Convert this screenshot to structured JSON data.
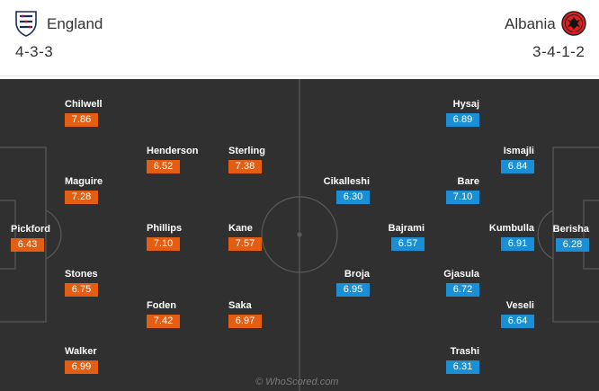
{
  "colors": {
    "home_rating": "#e35d12",
    "away_rating": "#1a8fd6",
    "pitch": "#303030",
    "pitch_lines": "#5a5a5a"
  },
  "home": {
    "name": "England",
    "formation": "4-3-3",
    "crest_icon": "england-three-lions-crest-icon",
    "players": [
      {
        "name": "Pickford",
        "rating": "6.43"
      },
      {
        "name": "Chilwell",
        "rating": "7.86"
      },
      {
        "name": "Maguire",
        "rating": "7.28"
      },
      {
        "name": "Stones",
        "rating": "6.75"
      },
      {
        "name": "Walker",
        "rating": "6.99"
      },
      {
        "name": "Henderson",
        "rating": "6.52"
      },
      {
        "name": "Phillips",
        "rating": "7.10"
      },
      {
        "name": "Foden",
        "rating": "7.42"
      },
      {
        "name": "Sterling",
        "rating": "7.38"
      },
      {
        "name": "Kane",
        "rating": "7.57"
      },
      {
        "name": "Saka",
        "rating": "6.97"
      }
    ]
  },
  "away": {
    "name": "Albania",
    "formation": "3-4-1-2",
    "crest_icon": "albania-eagle-crest-icon",
    "players": [
      {
        "name": "Berisha",
        "rating": "6.28"
      },
      {
        "name": "Ismajli",
        "rating": "6.84"
      },
      {
        "name": "Kumbulla",
        "rating": "6.91"
      },
      {
        "name": "Veseli",
        "rating": "6.64"
      },
      {
        "name": "Hysaj",
        "rating": "6.89"
      },
      {
        "name": "Bare",
        "rating": "7.10"
      },
      {
        "name": "Gjasula",
        "rating": "6.72"
      },
      {
        "name": "Trashi",
        "rating": "6.31"
      },
      {
        "name": "Bajrami",
        "rating": "6.57"
      },
      {
        "name": "Cikalleshi",
        "rating": "6.30"
      },
      {
        "name": "Broja",
        "rating": "6.95"
      }
    ]
  },
  "watermark": "© WhoScored.com"
}
